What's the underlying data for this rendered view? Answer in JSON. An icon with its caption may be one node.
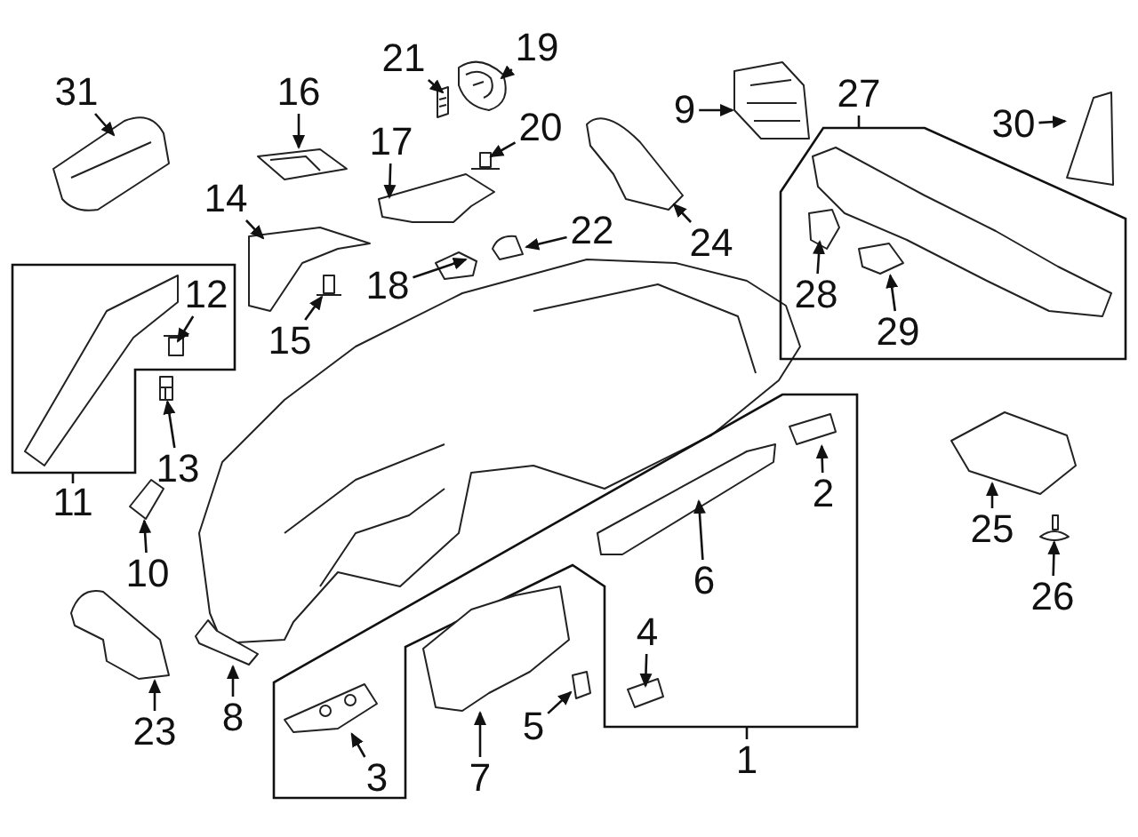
{
  "diagram": {
    "nodes": [
      {
        "text": [
          "31"
        ]
      },
      {
        "text": [
          "16"
        ]
      },
      {
        "text": [
          "21"
        ]
      },
      {
        "text": [
          "19"
        ]
      },
      {
        "text": [
          "20"
        ]
      },
      {
        "text": [
          "17"
        ]
      },
      {
        "text": [
          "14"
        ]
      },
      {
        "text": [
          "9"
        ]
      },
      {
        "text": [
          "27"
        ]
      },
      {
        "text": [
          "30"
        ]
      },
      {
        "text": [
          "24"
        ]
      },
      {
        "text": [
          "22"
        ]
      },
      {
        "text": [
          "18"
        ]
      },
      {
        "text": [
          "15"
        ]
      },
      {
        "text": [
          "11"
        ]
      },
      {
        "text": [
          "12"
        ],
        "in": 14
      },
      {
        "text": [
          "13"
        ]
      },
      {
        "text": [
          "28"
        ],
        "in": 8
      },
      {
        "text": [
          "29"
        ],
        "in": 8
      },
      {
        "text": [
          "1"
        ]
      },
      {
        "text": [
          "2"
        ],
        "in": 19
      },
      {
        "text": [
          "6"
        ],
        "in": 19
      },
      {
        "text": [
          "4"
        ],
        "in": 19
      },
      {
        "text": [
          "5"
        ],
        "in": 19
      },
      {
        "text": [
          "3"
        ],
        "in": 19
      },
      {
        "text": [
          "7"
        ],
        "in": 19
      },
      {
        "text": [
          "25"
        ]
      },
      {
        "text": [
          "26"
        ]
      },
      {
        "text": [
          "10"
        ]
      },
      {
        "text": [
          "23"
        ]
      },
      {
        "text": [
          "8"
        ]
      },
      {
        "text": [],
        "shape": "picture"
      },
      {
        "text": [],
        "shape": "picture"
      },
      {
        "text": [],
        "shape": "picture"
      },
      {
        "text": [],
        "shape": "picture"
      },
      {
        "text": [],
        "shape": "picture"
      },
      {
        "text": [],
        "shape": "picture"
      },
      {
        "text": [],
        "shape": "picture"
      },
      {
        "text": [],
        "shape": "picture"
      },
      {
        "text": [],
        "shape": "picture"
      },
      {
        "text": [],
        "shape": "picture"
      },
      {
        "text": [],
        "shape": "picture"
      },
      {
        "text": [],
        "shape": "picture"
      },
      {
        "text": [],
        "shape": "picture"
      },
      {
        "text": [],
        "shape": "picture",
        "in": 14
      },
      {
        "text": [],
        "shape": "picture"
      },
      {
        "text": [],
        "shape": "picture",
        "in": 8
      },
      {
        "text": [],
        "shape": "picture",
        "in": 8
      },
      {
        "text": [],
        "shape": "picture",
        "in": 19
      },
      {
        "text": [],
        "shape": "picture",
        "in": 19
      },
      {
        "text": [],
        "shape": "picture",
        "in": 19
      },
      {
        "text": [],
        "shape": "picture",
        "in": 19
      },
      {
        "text": [],
        "shape": "picture",
        "in": 19
      },
      {
        "text": [],
        "shape": "picture",
        "in": 19
      },
      {
        "text": [],
        "shape": "picture"
      },
      {
        "text": [],
        "shape": "picture"
      },
      {
        "text": [],
        "shape": "picture"
      },
      {
        "text": [],
        "shape": "picture"
      },
      {
        "text": [],
        "shape": "picture"
      }
    ],
    "edges": [
      {
        "from": 0,
        "to": 31,
        "arrow": "to"
      },
      {
        "from": 1,
        "to": 32,
        "arrow": "to"
      },
      {
        "from": 2,
        "to": 33,
        "arrow": "to"
      },
      {
        "from": 3,
        "to": 34,
        "arrow": "to"
      },
      {
        "from": 4,
        "to": 35,
        "arrow": "to"
      },
      {
        "from": 5,
        "to": 36,
        "arrow": "to"
      },
      {
        "from": 6,
        "to": 37,
        "arrow": "to"
      },
      {
        "from": 7,
        "to": 38,
        "arrow": "to"
      },
      {
        "from": 9,
        "to": 39,
        "arrow": "to"
      },
      {
        "from": 10,
        "to": 40,
        "arrow": "to"
      },
      {
        "from": 11,
        "to": 41,
        "arrow": "to"
      },
      {
        "from": 12,
        "to": 42,
        "arrow": "to"
      },
      {
        "from": 13,
        "to": 43,
        "arrow": "to"
      },
      {
        "from": 15,
        "to": 44,
        "arrow": "to"
      },
      {
        "from": 16,
        "to": 45,
        "arrow": "to"
      },
      {
        "from": 17,
        "to": 46,
        "arrow": "to"
      },
      {
        "from": 18,
        "to": 47,
        "arrow": "to"
      },
      {
        "from": 20,
        "to": 48,
        "arrow": "to"
      },
      {
        "from": 21,
        "to": 49,
        "arrow": "to"
      },
      {
        "from": 22,
        "to": 50,
        "arrow": "to"
      },
      {
        "from": 23,
        "to": 51,
        "arrow": "to"
      },
      {
        "from": 24,
        "to": 52,
        "arrow": "to"
      },
      {
        "from": 25,
        "to": 53,
        "arrow": "to"
      },
      {
        "from": 26,
        "to": 54,
        "arrow": "to"
      },
      {
        "from": 27,
        "to": 55,
        "arrow": "to"
      },
      {
        "from": 28,
        "to": 56,
        "arrow": "to"
      },
      {
        "from": 29,
        "to": 57,
        "arrow": "to"
      },
      {
        "from": 30,
        "to": 58,
        "arrow": "to"
      }
    ]
  }
}
